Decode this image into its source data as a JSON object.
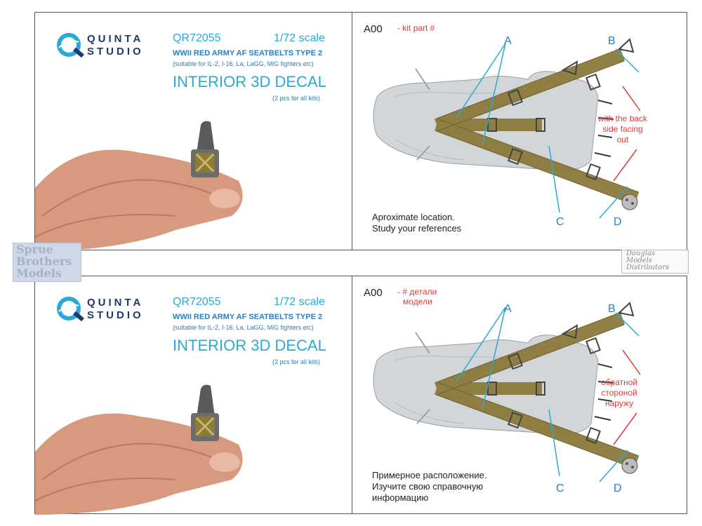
{
  "brand": {
    "line1": "QUINTA",
    "line2": "STUDIO"
  },
  "product": {
    "code": "QR72055",
    "scale": "1/72 scale",
    "title": "WWII RED ARMY AF SEATBELTS TYPE 2",
    "subtitle": "(suitable for IL-2, I-16, La, LaGG, MiG fighters etc)",
    "decal": "INTERIOR 3D DECAL",
    "pcs": "(2 pcs for all kits)"
  },
  "diagram_letters": [
    "A",
    "B",
    "C",
    "D"
  ],
  "english": {
    "part_code": "A00",
    "part_label": "- kit part #",
    "note": [
      "with the back",
      "side facing",
      "out"
    ],
    "approx": [
      "Aproximate location.",
      "Study your references"
    ]
  },
  "russian": {
    "part_code": "A00",
    "part_label": [
      "- # детали",
      "модели"
    ],
    "note": [
      "обратной",
      "стороной",
      "наружу"
    ],
    "approx": [
      "Примерное расположение.",
      "Изучите свою справочную",
      "информацию"
    ]
  },
  "watermarks": {
    "left": [
      "Sprue",
      "Brothers",
      "Models"
    ],
    "right": [
      "Douglas",
      "Models",
      "Distributors"
    ]
  },
  "colors": {
    "accent": "#2aa9d6",
    "brand": "#1d3a6e",
    "note": "#e03a3a",
    "belt": "#8c7a3a"
  },
  "icons": [
    "quinta-logo-icon",
    "seat-icon",
    "buckle-icon"
  ]
}
